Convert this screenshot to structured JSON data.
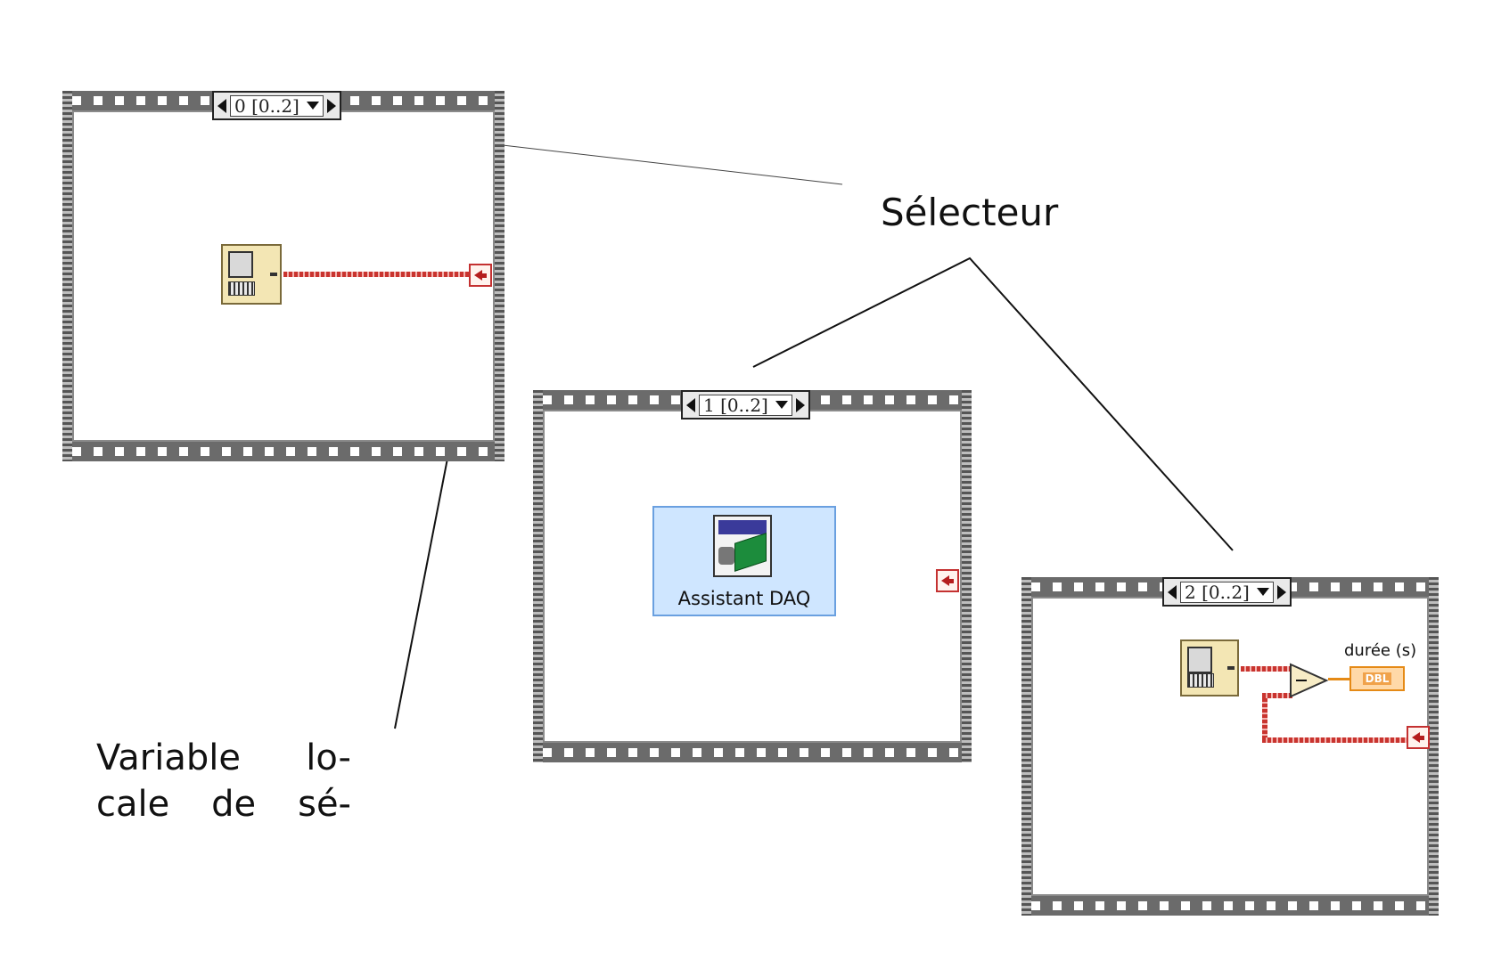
{
  "frames": [
    {
      "selector_value": "0 [0..2]"
    },
    {
      "selector_value": "1 [0..2]"
    },
    {
      "selector_value": "2 [0..2]"
    }
  ],
  "daq_assistant": {
    "label": "Assistant DAQ"
  },
  "indicator": {
    "label": "durée (s)",
    "type_tag": "DBL"
  },
  "annotations": {
    "selector_label": "Sélecteur",
    "local_var_line1": "Variable lo-",
    "local_var_line2": "cale de sé-"
  },
  "colors": {
    "wire": "#c9342f",
    "frame": "#6b6b6b",
    "daq_bg": "#cfe6ff",
    "indicator": "#e58a16"
  }
}
